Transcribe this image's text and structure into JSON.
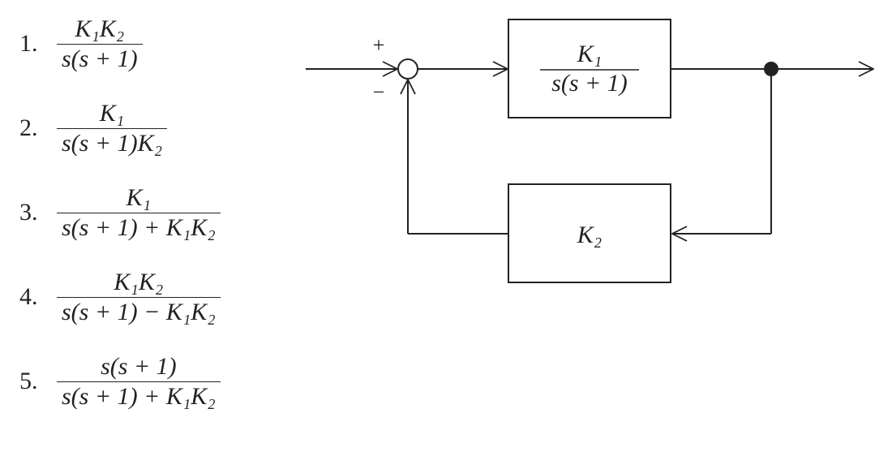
{
  "options": [
    {
      "label": "1.",
      "numerator": "K₁K₂",
      "denominator": "s(s + 1)"
    },
    {
      "label": "2.",
      "numerator": "K₁",
      "denominator": "s(s + 1)K₂"
    },
    {
      "label": "3.",
      "numerator": "K₁",
      "denominator": "s(s + 1) + K₁K₂"
    },
    {
      "label": "4.",
      "numerator": "K₁K₂",
      "denominator": "s(s + 1) − K₁K₂"
    },
    {
      "label": "5.",
      "numerator": "s(s + 1)",
      "denominator": "s(s + 1) + K₁K₂"
    }
  ],
  "diagram": {
    "plus_sign": "+",
    "minus_sign": "−",
    "forward_block": {
      "numerator": "K₁",
      "denominator": "s(s + 1)"
    },
    "feedback_block": {
      "label": "K₂"
    }
  }
}
